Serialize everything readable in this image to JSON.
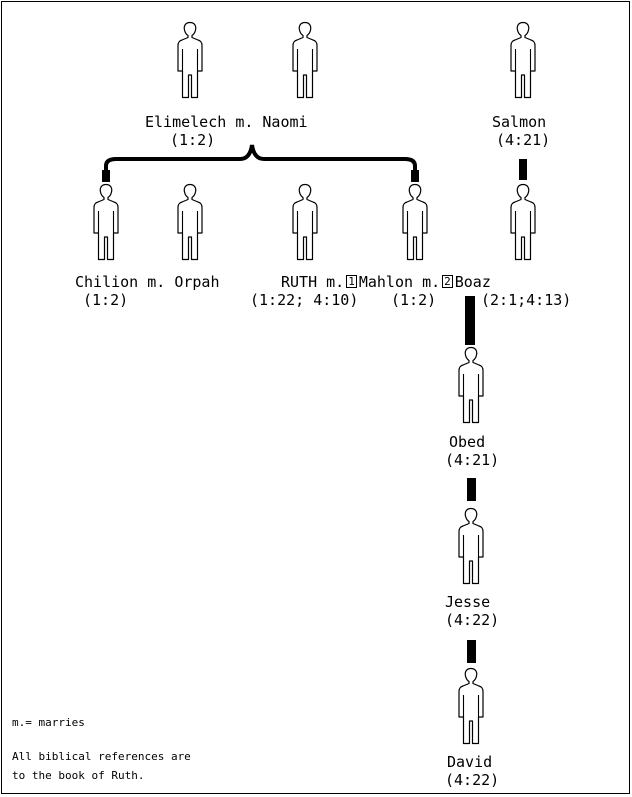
{
  "people": {
    "elimelech": {
      "name": "Elimelech",
      "ref": "(1:2)"
    },
    "naomi": {
      "name": "Naomi"
    },
    "salmon": {
      "name": "Salmon",
      "ref": "(4:21)"
    },
    "chilion": {
      "name": "Chilion",
      "ref": "(1:2)"
    },
    "orpah": {
      "name": "Orpah"
    },
    "ruth": {
      "name": "RUTH",
      "ref": "(1:22; 4:10)"
    },
    "mahlon": {
      "name": "Mahlon",
      "ref": "(1:2)"
    },
    "boaz": {
      "name": "Boaz",
      "ref": "(2:1;4:13)"
    },
    "obed": {
      "name": "Obed",
      "ref": "(4:21)"
    },
    "jesse": {
      "name": "Jesse",
      "ref": "(4:22)"
    },
    "david": {
      "name": "David",
      "ref": "(4:22)"
    }
  },
  "marriage_marker": "m.",
  "marriage_order": {
    "first": "1",
    "second": "2"
  },
  "legend": {
    "marries": "m.= marries",
    "references_line1": "All biblical references are",
    "references_line2": "to the book of Ruth."
  }
}
